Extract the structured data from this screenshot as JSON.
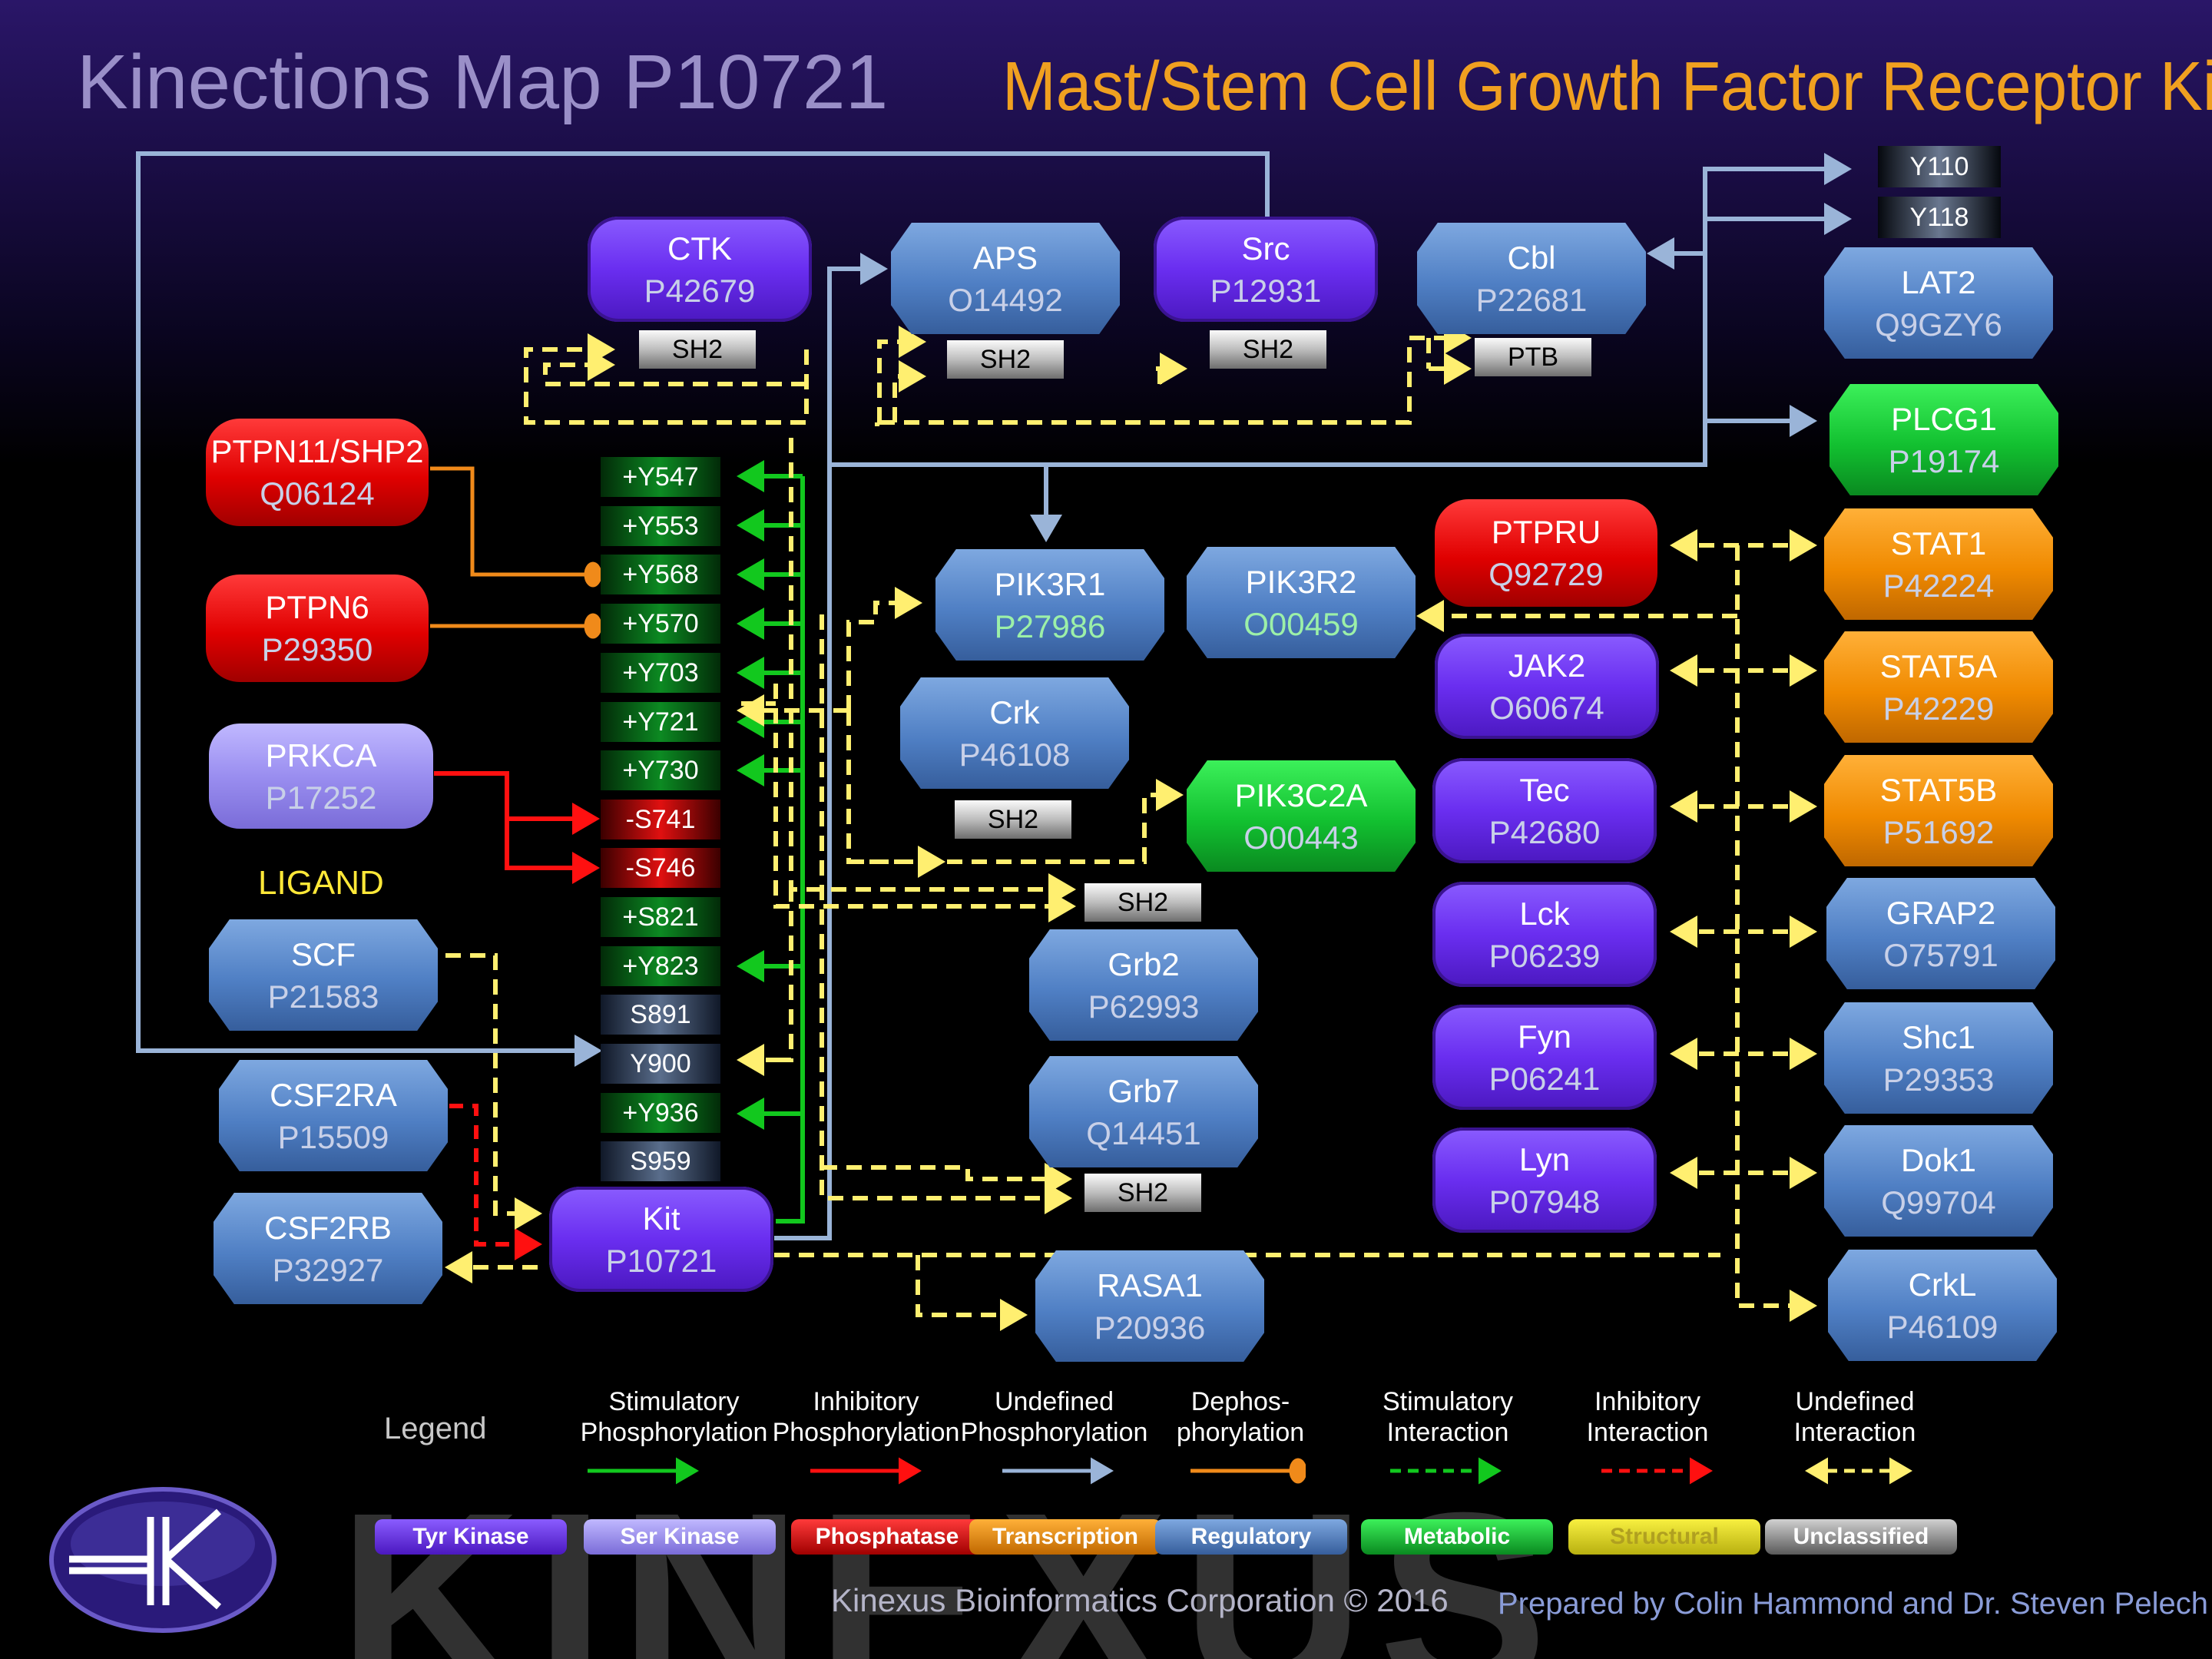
{
  "header": {
    "map_title": "Kinections Map P10721",
    "protein_name": "Mast/Stem Cell Growth Factor Receptor Kit"
  },
  "nodes": {
    "ctk": {
      "name": "CTK",
      "acc": "P42679"
    },
    "aps": {
      "name": "APS",
      "acc": "O14492"
    },
    "src": {
      "name": "Src",
      "acc": "P12931"
    },
    "cbl": {
      "name": "Cbl",
      "acc": "P22681"
    },
    "lat2": {
      "name": "LAT2",
      "acc": "Q9GZY6"
    },
    "plcg1": {
      "name": "PLCG1",
      "acc": "P19174"
    },
    "ptpn11": {
      "name": "PTPN11/SHP2",
      "acc": "Q06124"
    },
    "ptpn6": {
      "name": "PTPN6",
      "acc": "P29350"
    },
    "prkca": {
      "name": "PRKCA",
      "acc": "P17252"
    },
    "scf": {
      "name": "SCF",
      "acc": "P21583"
    },
    "csf2ra": {
      "name": "CSF2RA",
      "acc": "P15509"
    },
    "csf2rb": {
      "name": "CSF2RB",
      "acc": "P32927"
    },
    "kit": {
      "name": "Kit",
      "acc": "P10721"
    },
    "pik3r1": {
      "name": "PIK3R1",
      "acc": "P27986"
    },
    "pik3r2": {
      "name": "PIK3R2",
      "acc": "O00459"
    },
    "crk": {
      "name": "Crk",
      "acc": "P46108"
    },
    "pik3c2a": {
      "name": "PIK3C2A",
      "acc": "O00443"
    },
    "grb2": {
      "name": "Grb2",
      "acc": "P62993"
    },
    "grb7": {
      "name": "Grb7",
      "acc": "Q14451"
    },
    "rasa1": {
      "name": "RASA1",
      "acc": "P20936"
    },
    "ptpru": {
      "name": "PTPRU",
      "acc": "Q92729"
    },
    "jak2": {
      "name": "JAK2",
      "acc": "O60674"
    },
    "tec": {
      "name": "Tec",
      "acc": "P42680"
    },
    "lck": {
      "name": "Lck",
      "acc": "P06239"
    },
    "fyn": {
      "name": "Fyn",
      "acc": "P06241"
    },
    "lyn": {
      "name": "Lyn",
      "acc": "P07948"
    },
    "stat1": {
      "name": "STAT1",
      "acc": "P42224"
    },
    "stat5a": {
      "name": "STAT5A",
      "acc": "P42229"
    },
    "stat5b": {
      "name": "STAT5B",
      "acc": "P51692"
    },
    "grap2": {
      "name": "GRAP2",
      "acc": "O75791"
    },
    "shc1": {
      "name": "Shc1",
      "acc": "P29353"
    },
    "dok1": {
      "name": "Dok1",
      "acc": "Q99704"
    },
    "crkl": {
      "name": "CrkL",
      "acc": "P46109"
    }
  },
  "domains": {
    "ctk_sh2": "SH2",
    "aps_sh2": "SH2",
    "src_sh2": "SH2",
    "cbl_ptb": "PTB",
    "crk_sh2": "SH2",
    "grb2_sh2": "SH2",
    "grb7_sh2": "SH2"
  },
  "cbl_sites": [
    "Y110",
    "Y118"
  ],
  "kit_sites": [
    "+Y547",
    "+Y553",
    "+Y568",
    "+Y570",
    "+Y703",
    "+Y721",
    "+Y730",
    "-S741",
    "-S746",
    "+S821",
    "+Y823",
    "S891",
    "Y900",
    "+Y936",
    "S959"
  ],
  "ligand_label": "LIGAND",
  "legend": {
    "title": "Legend",
    "arrow_types": [
      [
        "Stimulatory",
        "Phosphorylation"
      ],
      [
        "Inhibitory",
        "Phosphorylation"
      ],
      [
        "Undefined",
        "Phosphorylation"
      ],
      [
        "Dephos-",
        "phorylation"
      ],
      [
        "Stimulatory",
        "Interaction"
      ],
      [
        "Inhibitory",
        "Interaction"
      ],
      [
        "Undefined",
        "Interaction"
      ]
    ],
    "categories": [
      "Tyr Kinase",
      "Ser Kinase",
      "Phosphatase",
      "Transcription",
      "Regulatory",
      "Metabolic",
      "Structural",
      "Unclassified"
    ]
  },
  "colors": {
    "tyr_kinase": "#6a2ef0",
    "ser_kinase": "#9a8ef0",
    "phosphatase": "#e00000",
    "transcription": "#f08a00",
    "regulatory": "#4f7fc4",
    "metabolic": "#12c030",
    "structural": "#e8e020",
    "unclassified": "#9a9a9a",
    "stim_phos": "#12c81e",
    "inhib_phos": "#ff1010",
    "undef_phos": "#9ab4d8",
    "dephos": "#f08a1a",
    "interaction": "#ffef70"
  },
  "watermark": "KINEXUS",
  "footer": {
    "company": "Kinexus Bioinformatics Corporation © 2016",
    "prepared": "Prepared by  Colin Hammond and Dr. Steven Pelech"
  }
}
